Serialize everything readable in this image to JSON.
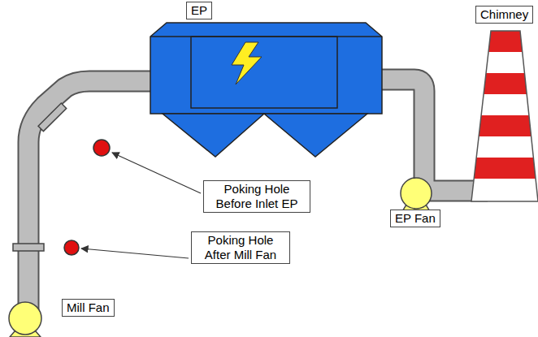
{
  "diagram": {
    "nodes": [
      {
        "text": [
          "EP"
        ]
      },
      {
        "text": [
          "Chimney"
        ]
      },
      {
        "text": [
          "Poking Hole Before Inlet EP"
        ]
      },
      {
        "text": [
          "Poking Hole After Mill Fan"
        ]
      },
      {
        "text": [
          "EP Fan"
        ]
      },
      {
        "text": [
          "Mill Fan"
        ]
      }
    ]
  }
}
